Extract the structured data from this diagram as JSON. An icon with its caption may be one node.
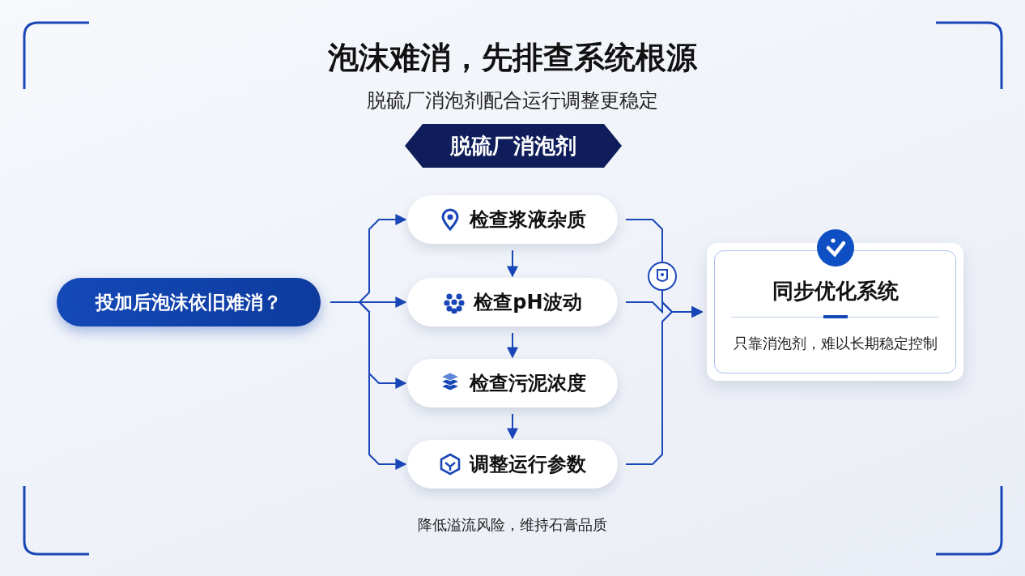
{
  "diagram": {
    "title": "泡沫难消，先排查系统根源",
    "nodes": [
      {
        "text": [
          "脱硫厂消泡剂"
        ]
      },
      {
        "text": [
          "投加后泡沫依旧难消？"
        ]
      },
      {
        "text": [
          "检查浆液杂质"
        ]
      },
      {
        "text": [
          "检查pH波动"
        ]
      },
      {
        "text": [
          "检查污泥浓度"
        ]
      },
      {
        "text": [
          "调整运行参数"
        ]
      },
      {
        "text": [
          "同步优化系统",
          "只靠消泡剂，难以长期稳定控制"
        ]
      }
    ],
    "edges": [
      {
        "from": 1,
        "to": 2,
        "arrow": "to"
      },
      {
        "from": 1,
        "to": 3,
        "arrow": "to"
      },
      {
        "from": 1,
        "to": 4,
        "arrow": "to"
      },
      {
        "from": 1,
        "to": 5,
        "arrow": "to"
      },
      {
        "from": 2,
        "to": 3,
        "arrow": "to"
      },
      {
        "from": 3,
        "to": 4,
        "arrow": "to"
      },
      {
        "from": 4,
        "to": 5,
        "arrow": "to"
      },
      {
        "from": 2,
        "to": 6,
        "arrow": "to"
      },
      {
        "from": 3,
        "to": 6,
        "arrow": "to"
      },
      {
        "from": 5,
        "to": 6,
        "arrow": "to"
      }
    ],
    "labels": [
      "脱硫厂消泡剂配合运行调整更稳定",
      "降低溢流风险，维持石膏品质"
    ]
  }
}
